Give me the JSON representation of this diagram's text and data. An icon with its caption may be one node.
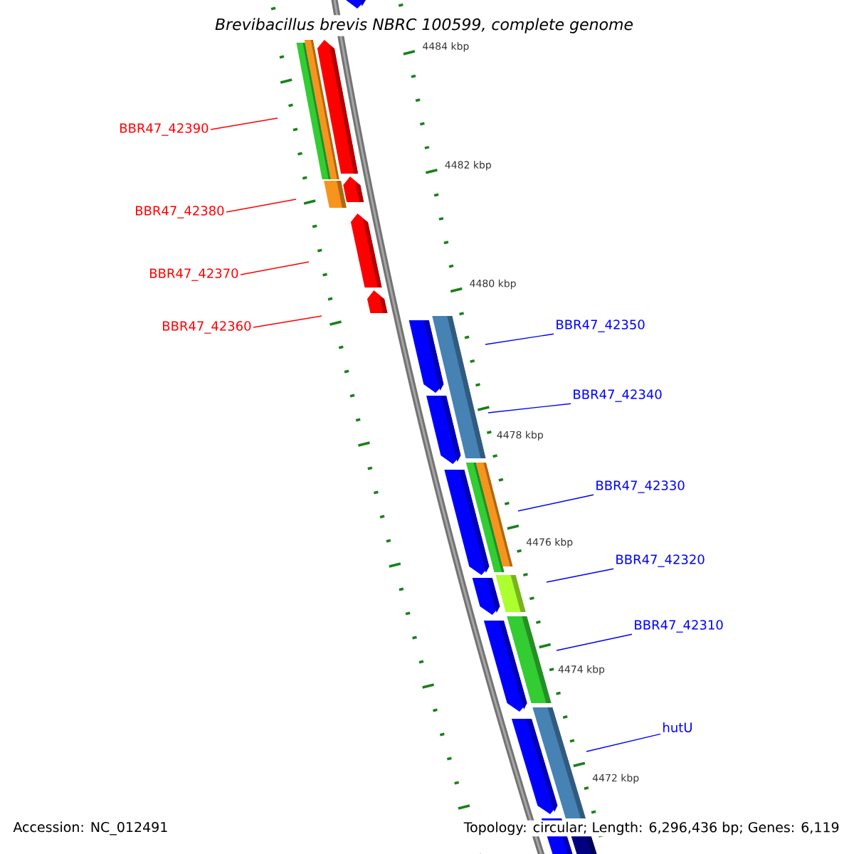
{
  "diagram": {
    "title": "Brevibacillus brevis NBRC 100599, complete genome",
    "nodes": [
      {
        "text": [
          "BBR47_42390"
        ]
      },
      {
        "text": [
          "BBR47_42380"
        ]
      },
      {
        "text": [
          "BBR47_42370"
        ]
      },
      {
        "text": [
          "BBR47_42360"
        ]
      },
      {
        "text": [
          "BBR47_42350"
        ]
      },
      {
        "text": [
          "BBR47_42340"
        ]
      },
      {
        "text": [
          "BBR47_42330"
        ]
      },
      {
        "text": [
          "BBR47_42320"
        ]
      },
      {
        "text": [
          "BBR47_42310"
        ]
      },
      {
        "text": [
          "hutU"
        ]
      }
    ],
    "edges": [
      {
        "from": 0,
        "to": null,
        "arrow": "none",
        "color": "#ff0000"
      },
      {
        "from": 1,
        "to": null,
        "arrow": "none",
        "color": "#ff0000"
      },
      {
        "from": 2,
        "to": null,
        "arrow": "none",
        "color": "#ff0000"
      },
      {
        "from": 3,
        "to": null,
        "arrow": "none",
        "color": "#ff0000"
      },
      {
        "from": 4,
        "to": null,
        "arrow": "none",
        "color": "#0000ff"
      },
      {
        "from": 5,
        "to": null,
        "arrow": "none",
        "color": "#0000ff"
      },
      {
        "from": 6,
        "to": null,
        "arrow": "none",
        "color": "#0000ff"
      },
      {
        "from": 7,
        "to": null,
        "arrow": "none",
        "color": "#0000ff"
      },
      {
        "from": 8,
        "to": null,
        "arrow": "none",
        "color": "#0000ff"
      },
      {
        "from": 9,
        "to": null,
        "arrow": "none",
        "color": "#0000ff"
      }
    ],
    "labels": [
      "4484 kbp",
      "4482 kbp",
      "4480 kbp",
      "4478 kbp",
      "4476 kbp",
      "4474 kbp",
      "4472 kbp",
      "Accession: NC_012491",
      "Topology: circular; Length: 6,296,436 bp; Genes: 6,119"
    ]
  }
}
